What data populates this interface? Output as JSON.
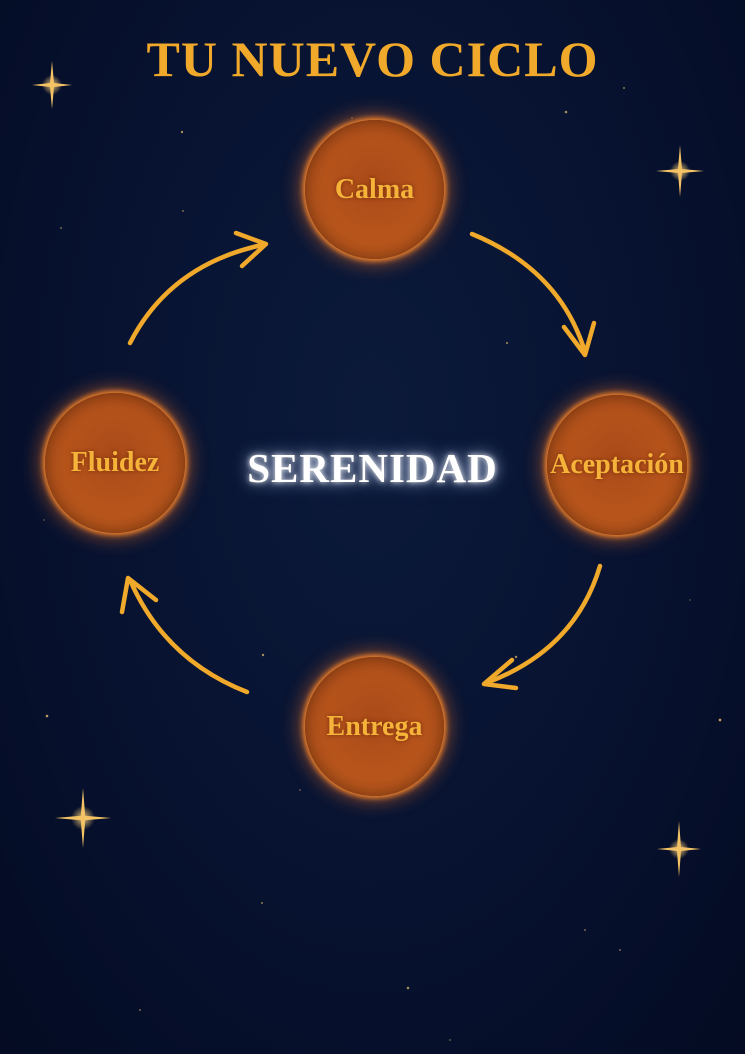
{
  "title": "TU NUEVO CICLO",
  "center": "SERENIDAD",
  "nodes": [
    {
      "id": "calma",
      "label": "Calma"
    },
    {
      "id": "aceptacion",
      "label": "Aceptación"
    },
    {
      "id": "entrega",
      "label": "Entrega"
    },
    {
      "id": "fluidez",
      "label": "Fluidez"
    }
  ],
  "colors": {
    "background": "#061128",
    "accent": "#f0a92a",
    "node_fill": "#b8551c",
    "node_glow": "#ff8a2a",
    "label_text": "#f5b33a",
    "center_text": "#ffffff"
  },
  "icons": [
    "sparkle-star-icon",
    "arrow-clockwise-icon"
  ]
}
